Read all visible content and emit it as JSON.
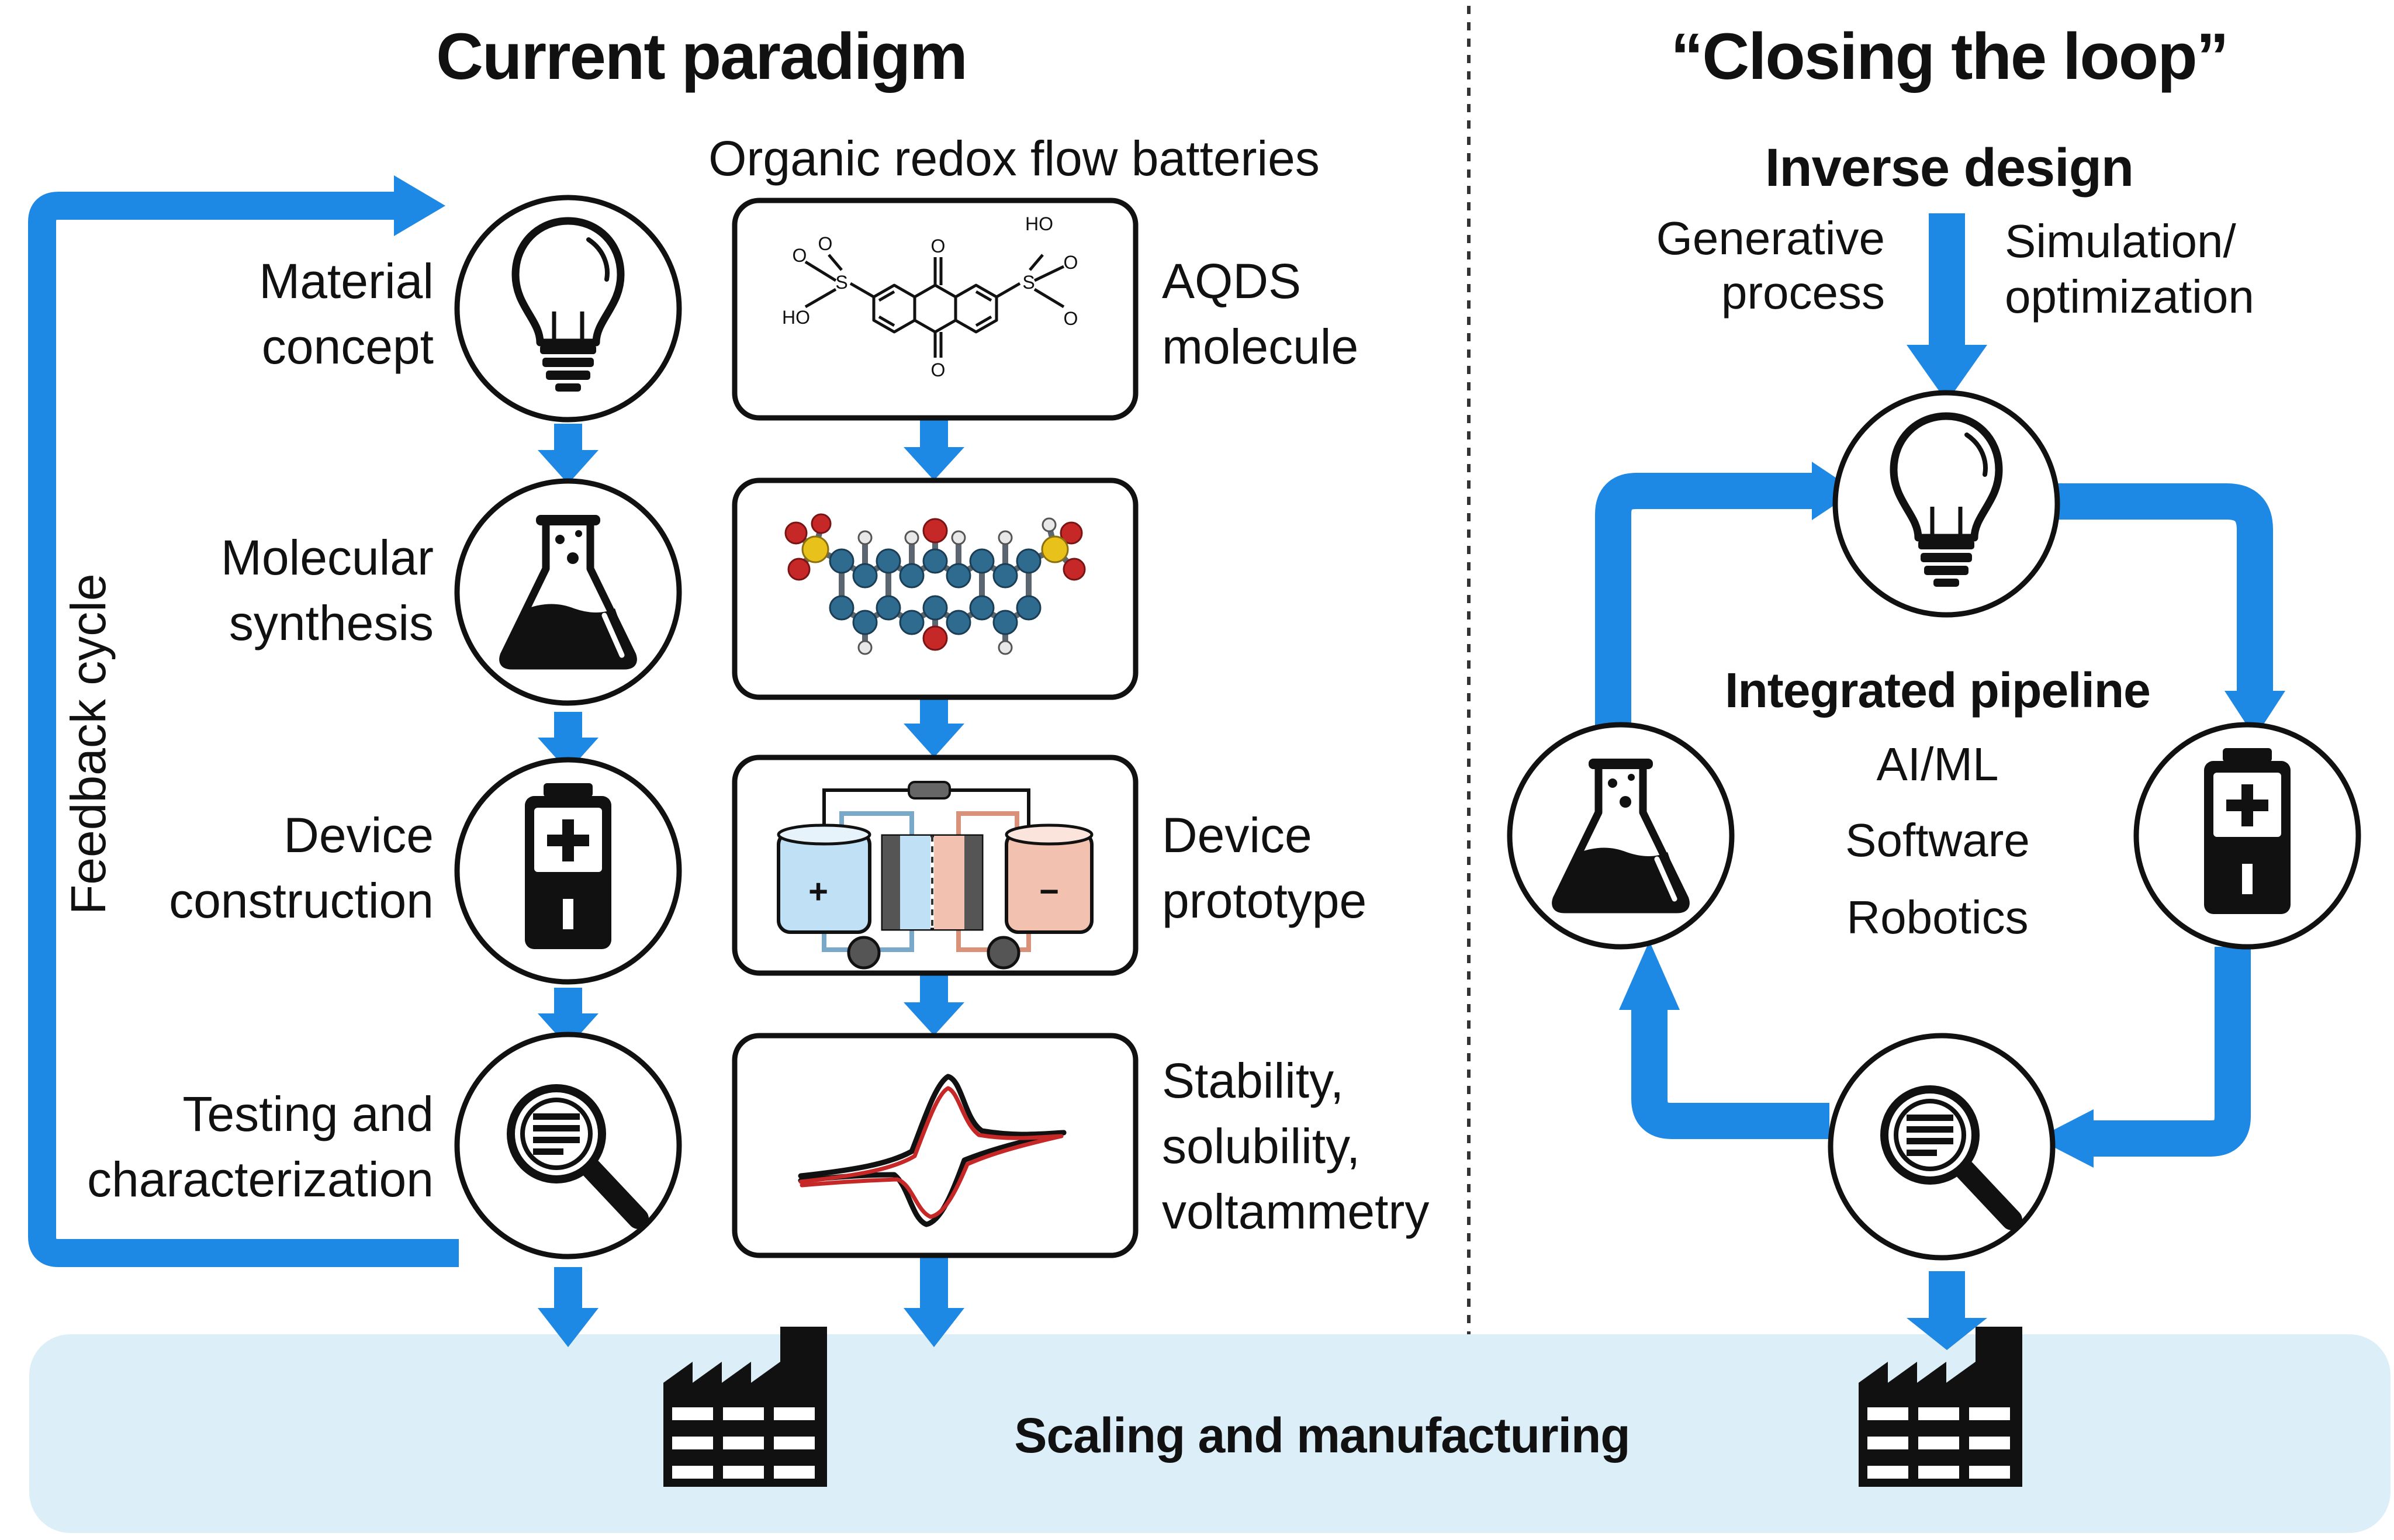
{
  "left_title": "Current paradigm",
  "right_title": "“Closing the loop”",
  "column_heading": "Organic redox flow batteries",
  "feedback_label": "Feedback cycle",
  "steps": [
    {
      "line1": "Material",
      "line2": "concept",
      "icon": "lightbulb-icon"
    },
    {
      "line1": "Molecular",
      "line2": "synthesis",
      "icon": "flask-icon"
    },
    {
      "line1": "Device",
      "line2": "construction",
      "icon": "battery-icon"
    },
    {
      "line1": "Testing and",
      "line2": "characterization",
      "icon": "magnifier-icon"
    }
  ],
  "examples": [
    {
      "line1": "AQDS",
      "line2": "molecule",
      "line3": ""
    },
    {
      "line1": "",
      "line2": "",
      "line3": ""
    },
    {
      "line1": "Device",
      "line2": "prototype",
      "line3": ""
    },
    {
      "line1": "Stability,",
      "line2": "solubility,",
      "line3": "voltammetry"
    }
  ],
  "chem_labels": {
    "o": "O",
    "s": "S",
    "ho": "HO"
  },
  "cell_labels": {
    "plus": "+",
    "minus": "−"
  },
  "inverse_design": {
    "title": "Inverse design",
    "left_line1": "Generative",
    "left_line2": "process",
    "right_line1": "Simulation/",
    "right_line2": "optimization"
  },
  "pipeline": {
    "title": "Integrated pipeline",
    "items": [
      "AI/ML",
      "Software",
      "Robotics"
    ]
  },
  "bottom_label": "Scaling and manufacturing",
  "colors": {
    "arrow_blue": "#1E88E5",
    "band_blue": "#DCEEF8",
    "ink": "#111111",
    "atom_carbon": "#2E6B8E",
    "atom_oxygen": "#C62828",
    "atom_sulfur": "#E8C21A",
    "electrolyte_pos": "#BFE0F5",
    "electrolyte_neg": "#F3C1B0",
    "cv_red": "#C62828"
  }
}
